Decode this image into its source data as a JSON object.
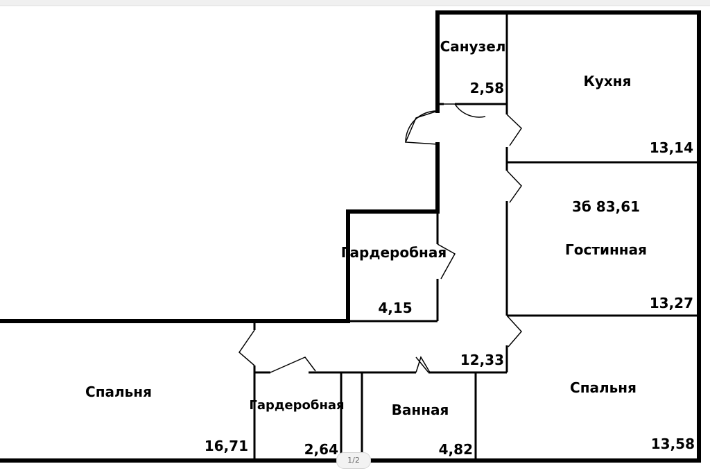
{
  "rooms": {
    "bathroom_wc": {
      "name": "Санузел",
      "area": "2,58"
    },
    "kitchen": {
      "name": "Кухня",
      "area": "13,14"
    },
    "living": {
      "name": "Гостинная",
      "area": "13,27",
      "total": "3б 83,61"
    },
    "wardrobe_top": {
      "name": "Гардеробная",
      "area": "4,15"
    },
    "hall": {
      "area": "12,33"
    },
    "bedroom_left": {
      "name": "Спальня",
      "area": "16,71"
    },
    "wardrobe_bottom": {
      "name": "Гардеробная",
      "area": "2,64"
    },
    "bath": {
      "name": "Ванная",
      "area": "4,82"
    },
    "bedroom_right": {
      "name": "Спальня",
      "area": "13,58"
    }
  },
  "pager": {
    "label": "1/2"
  }
}
